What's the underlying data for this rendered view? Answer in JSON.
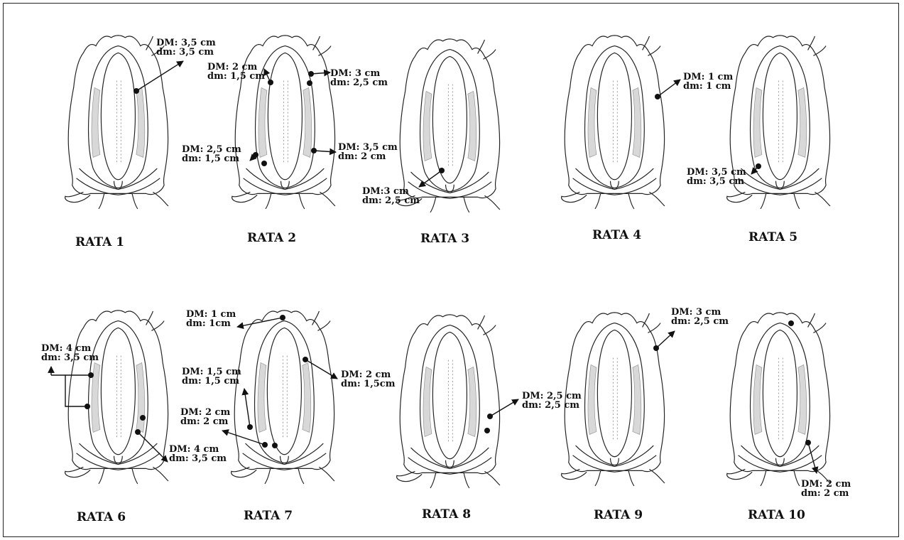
{
  "rats": [
    {
      "name": "RATA 1",
      "lesions": [
        {
          "label1": "DM: 3,5 cm",
          "label2": "dm: 3,5 cm"
        }
      ]
    },
    {
      "name": "RATA 2",
      "lesions": [
        {
          "label1": "DM: 2 cm",
          "label2": "dm: 1,5 cm"
        },
        {
          "label1": "DM: 3 cm",
          "label2": "dm: 2,5 cm"
        },
        {
          "label1": "DM: 2,5 cm",
          "label2": "dm: 1,5 cm"
        },
        {
          "label1": "DM: 3,5 cm",
          "label2": "dm: 2 cm"
        }
      ]
    },
    {
      "name": "RATA 3",
      "lesions": [
        {
          "label1": "DM:3 cm",
          "label2": "dm: 2,5 cm"
        }
      ]
    },
    {
      "name": "RATA 4",
      "lesions": [
        {
          "label1": "DM: 1 cm",
          "label2": "dm: 1 cm"
        }
      ]
    },
    {
      "name": "RATA 5",
      "lesions": [
        {
          "label1": "DM: 3,5 cm",
          "label2": "dm: 3,5 cm"
        }
      ]
    },
    {
      "name": "RATA 6",
      "lesions": [
        {
          "label1": "DM: 4 cm",
          "label2": "dm: 3,5 cm"
        },
        {
          "label1": "DM: 4 cm",
          "label2": "dm: 3,5 cm"
        }
      ]
    },
    {
      "name": "RATA 7",
      "lesions": [
        {
          "label1": "DM: 1 cm",
          "label2": "dm: 1cm"
        },
        {
          "label1": "DM: 2 cm",
          "label2": "dm: 1,5cm"
        },
        {
          "label1": "DM: 1,5 cm",
          "label2": "dm: 1,5 cm"
        },
        {
          "label1": "DM: 2 cm",
          "label2": "dm: 2 cm"
        }
      ]
    },
    {
      "name": "RATA 8",
      "lesions": [
        {
          "label1": "DM: 2,5 cm",
          "label2": "dm: 2,5 cm"
        }
      ]
    },
    {
      "name": "RATA 9",
      "lesions": [
        {
          "label1": "DM: 3 cm",
          "label2": "dm: 2,5 cm"
        }
      ]
    },
    {
      "name": "RATA 10",
      "lesions": [
        {
          "label1": "DM: 2 cm",
          "label2": "dm: 2 cm"
        }
      ]
    }
  ]
}
